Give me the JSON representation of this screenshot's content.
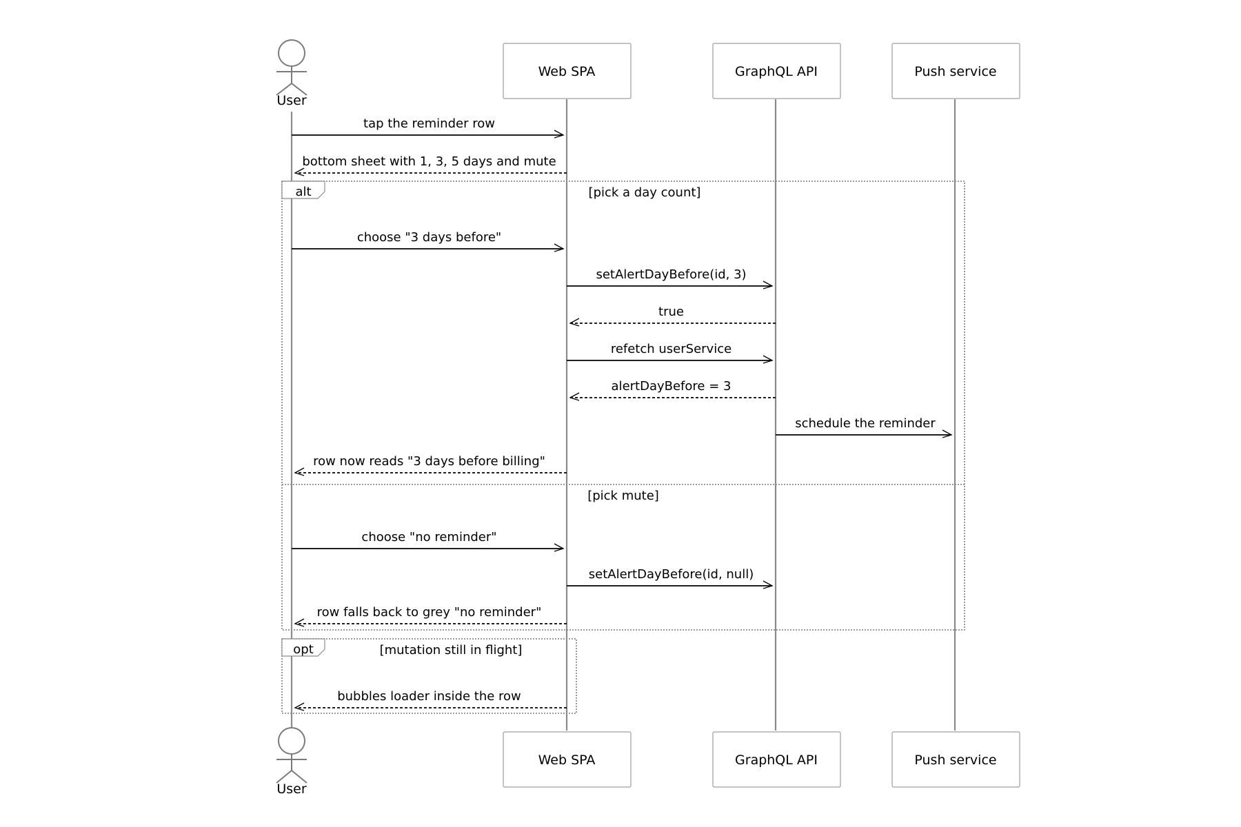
{
  "participants": [
    {
      "id": "user",
      "label": "User",
      "kind": "actor"
    },
    {
      "id": "spa",
      "label": "Web SPA",
      "kind": "box"
    },
    {
      "id": "api",
      "label": "GraphQL API",
      "kind": "box"
    },
    {
      "id": "push",
      "label": "Push service",
      "kind": "box"
    }
  ],
  "messages": [
    {
      "from": "user",
      "to": "spa",
      "label": "tap the reminder row",
      "style": "solid"
    },
    {
      "from": "spa",
      "to": "user",
      "label": "bottom sheet with 1, 3, 5 days and mute",
      "style": "dashed"
    },
    {
      "from": "user",
      "to": "spa",
      "label": "choose \"3 days before\"",
      "style": "solid"
    },
    {
      "from": "spa",
      "to": "api",
      "label": "setAlertDayBefore(id, 3)",
      "style": "solid"
    },
    {
      "from": "api",
      "to": "spa",
      "label": "true",
      "style": "dashed"
    },
    {
      "from": "spa",
      "to": "api",
      "label": "refetch userService",
      "style": "solid"
    },
    {
      "from": "api",
      "to": "spa",
      "label": "alertDayBefore = 3",
      "style": "dashed"
    },
    {
      "from": "api",
      "to": "push",
      "label": "schedule the reminder",
      "style": "solid"
    },
    {
      "from": "spa",
      "to": "user",
      "label": "row now reads \"3 days before billing\"",
      "style": "dashed"
    },
    {
      "from": "user",
      "to": "spa",
      "label": "choose \"no reminder\"",
      "style": "solid"
    },
    {
      "from": "spa",
      "to": "api",
      "label": "setAlertDayBefore(id, null)",
      "style": "solid"
    },
    {
      "from": "spa",
      "to": "user",
      "label": "row falls back to grey \"no reminder\"",
      "style": "dashed"
    },
    {
      "from": "spa",
      "to": "user",
      "label": "bubbles loader inside the row",
      "style": "dashed"
    }
  ],
  "fragments": [
    {
      "keyword": "alt",
      "sections": [
        "[pick a day count]",
        "[pick mute]"
      ]
    },
    {
      "keyword": "opt",
      "sections": [
        "[mutation still in flight]"
      ]
    }
  ]
}
